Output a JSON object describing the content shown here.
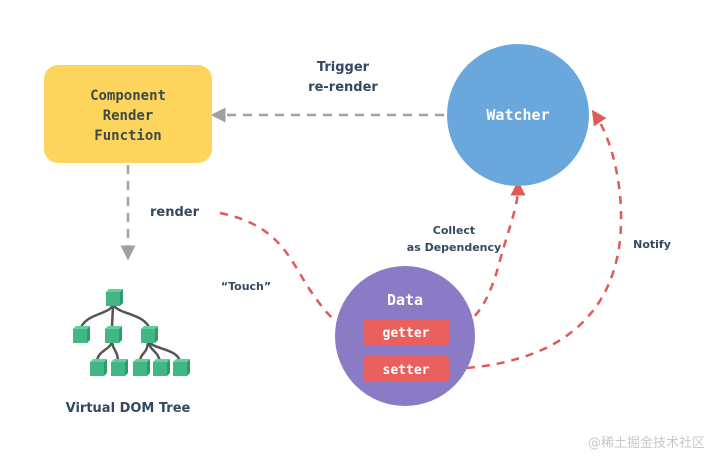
{
  "component": {
    "lines": [
      "Component",
      "Render",
      "Function"
    ],
    "color": "#fdd55c",
    "text_color": "#3d4a48"
  },
  "watcher": {
    "label": "Watcher",
    "color": "#6aa7dd"
  },
  "data_node": {
    "label": "Data",
    "color": "#8b7bc7",
    "getter": "getter",
    "setter": "setter",
    "pill_color": "#e9605f"
  },
  "vdom": {
    "label": "Virtual DOM Tree",
    "node_color": "#41b883"
  },
  "edges": {
    "trigger": [
      "Trigger",
      "re-render"
    ],
    "render": "render",
    "touch": "“Touch”",
    "collect": [
      "Collect",
      "as Dependency"
    ],
    "notify": "Notify"
  },
  "colors": {
    "gray_arrow": "#a0a0a0",
    "red_arrow": "#e05a58",
    "label_text": "#34495e"
  },
  "watermark": "@稀土掘金技术社区"
}
